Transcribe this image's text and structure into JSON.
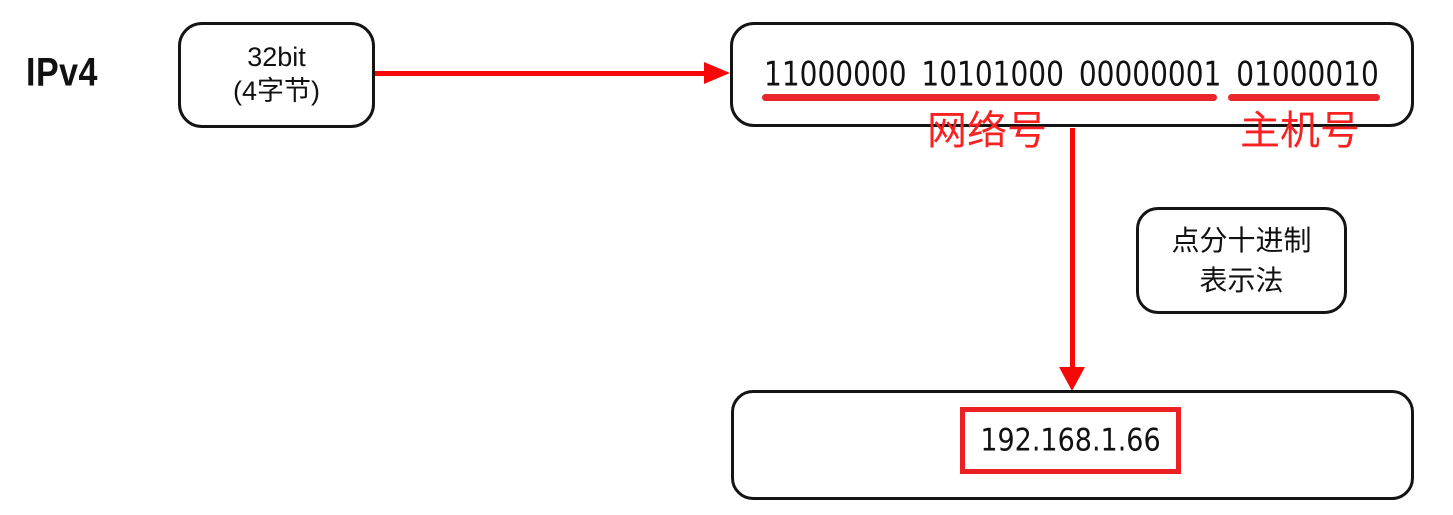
{
  "colors": {
    "arrow_red": "#F70808",
    "marker_red": "#E8262B",
    "label_red": "#F92121",
    "frame_red": "#ED2024",
    "box_border": "#141414",
    "ink": "#111111",
    "bg": "#FFFFFF"
  },
  "diagram": {
    "label_ipv4": "IPv4",
    "box_32bit": {
      "line1": "32bit",
      "line2": "(4字节)"
    },
    "box_binary": {
      "value": "11000000 10101000 00000001 01000010"
    },
    "underline_labels": {
      "network": "网络号",
      "host": "主机号"
    },
    "box_notation": {
      "line1": "点分十进制",
      "line2": "表示法"
    },
    "box_decimal": {
      "ip": "192.168.1.66"
    }
  }
}
